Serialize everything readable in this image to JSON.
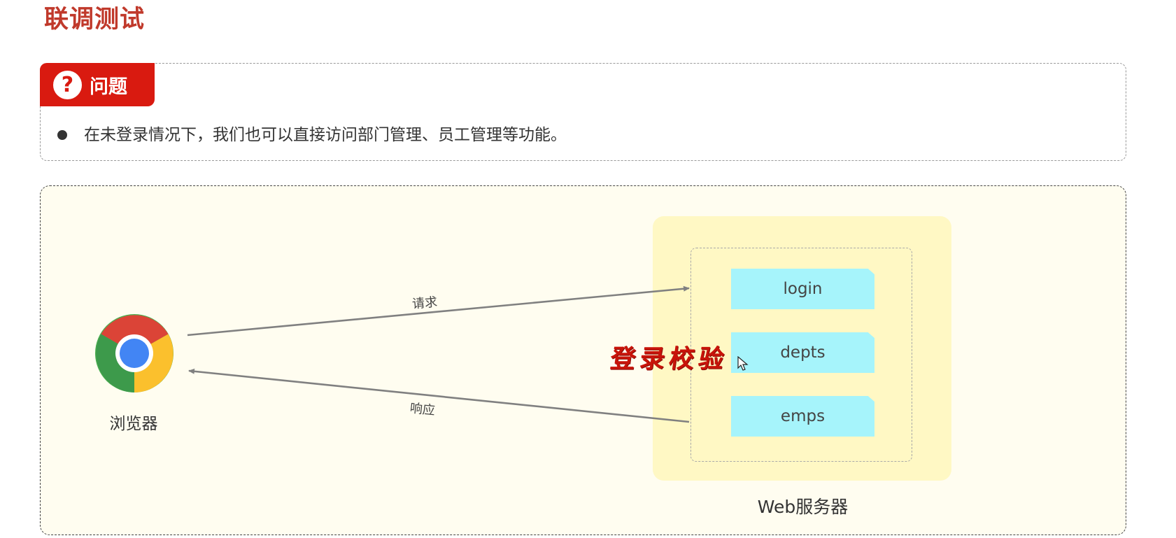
{
  "page": {
    "title": "联调测试"
  },
  "problem": {
    "label": "问题",
    "icon": "question-mark-icon",
    "bullets": [
      "在未登录情况下，我们也可以直接访问部门管理、员工管理等功能。"
    ]
  },
  "diagram": {
    "browser_label": "浏览器",
    "browser_icon": "chrome-icon",
    "request_label": "请求",
    "response_label": "响应",
    "server_label": "Web服务器",
    "endpoints": [
      "login",
      "depts",
      "emps"
    ],
    "annotation": "登录校验"
  },
  "colors": {
    "accent_red": "#d91a10",
    "title_red": "#c0392b",
    "diagram_bg": "#fffdf0",
    "server_bg": "#fff8c4",
    "endpoint_bg": "#a6f4fb",
    "arrow": "#808080"
  }
}
